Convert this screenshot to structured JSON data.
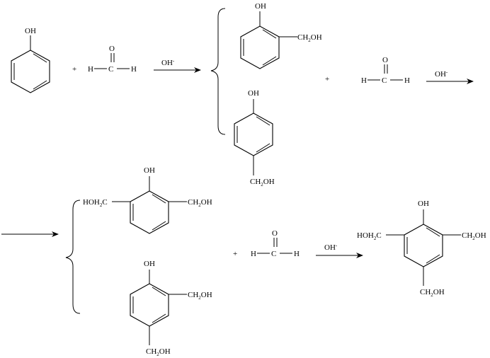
{
  "labels": {
    "oh": "OH",
    "plus": "+",
    "h": "H",
    "c": "C",
    "o": "O",
    "oh_minus_base": "OH",
    "oh_minus_sup": "-",
    "ch2": "CH",
    "two": "2",
    "oh_tail": "OH",
    "hoh_head": "HOH",
    "hoh_tail": "C"
  }
}
